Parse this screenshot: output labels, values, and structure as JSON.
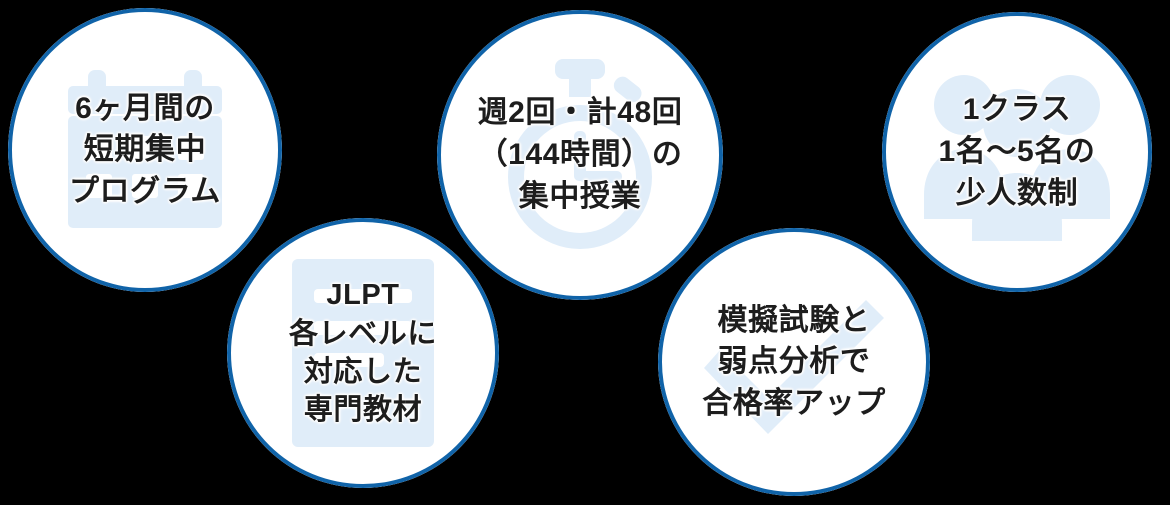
{
  "background_color": "#000000",
  "theme": {
    "bubble_fill": "#ffffff",
    "bubble_border": "#1063a8",
    "text_color": "#1d1d1d",
    "watermark_color": "#e0edf9"
  },
  "bubbles": [
    {
      "id": "duration",
      "icon": "calendar-icon",
      "lines": [
        "6ヶ月間の",
        "短期集中",
        "プログラム"
      ]
    },
    {
      "id": "frequency",
      "icon": "stopwatch-icon",
      "lines": [
        "週2回・計48回",
        "（144時間）の",
        "集中授業"
      ]
    },
    {
      "id": "class-size",
      "icon": "people-group-icon",
      "lines": [
        "1クラス",
        "1名〜5名の",
        "少人数制"
      ]
    },
    {
      "id": "materials",
      "icon": "document-icon",
      "lines": [
        "JLPT",
        "各レベルに",
        "対応した",
        "専門教材"
      ]
    },
    {
      "id": "mock-exam",
      "icon": "checkmark-icon",
      "lines": [
        "模擬試験と",
        "弱点分析で",
        "合格率アップ"
      ]
    }
  ]
}
